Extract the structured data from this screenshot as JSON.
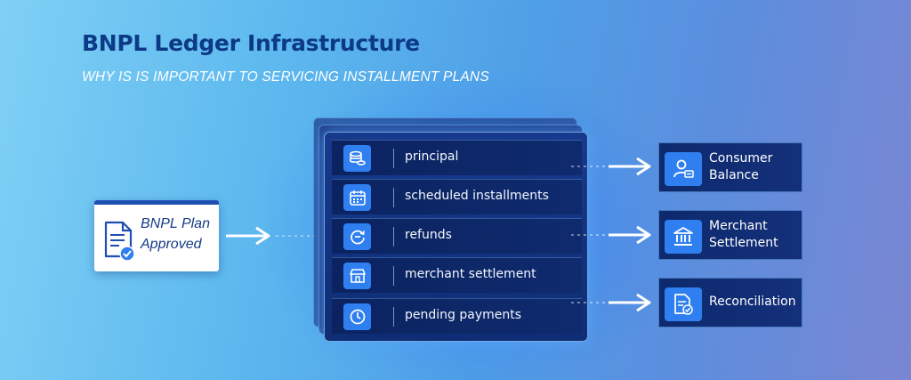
{
  "header": {
    "title": "BNPL Ledger Infrastructure",
    "subtitle": "WHY IS IS IMPORTANT TO SERVICING INSTALLMENT PLANS"
  },
  "source": {
    "line1": "BNPL Plan",
    "line2": "Approved",
    "icon": "document-check-icon"
  },
  "ledger": {
    "rows": [
      {
        "label": "principal",
        "icon": "coin-stack-icon"
      },
      {
        "label": "scheduled installments",
        "icon": "calendar-icon"
      },
      {
        "label": "refunds",
        "icon": "refund-cycle-icon"
      },
      {
        "label": "merchant settlement",
        "icon": "storefront-icon"
      },
      {
        "label": "pending payments",
        "icon": "clock-icon"
      }
    ]
  },
  "outputs": [
    {
      "line1": "Consumer",
      "line2": "Balance",
      "icon": "user-card-icon"
    },
    {
      "line1": "Merchant",
      "line2": "Settlement",
      "icon": "bank-icon"
    },
    {
      "line1": "Reconciliation",
      "line2": "",
      "icon": "document-check-icon"
    }
  ],
  "colors": {
    "title": "#0d3a86",
    "accent": "#2f7ff0",
    "panel": "#0f2d75"
  }
}
